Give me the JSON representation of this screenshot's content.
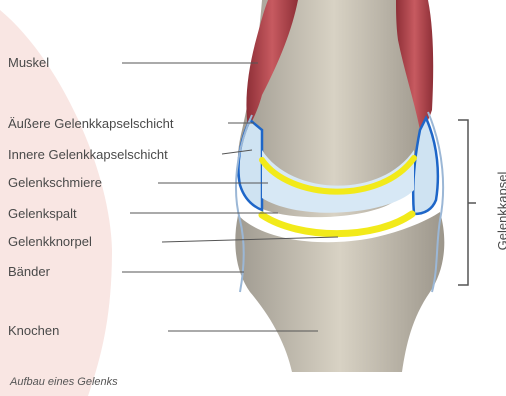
{
  "labels": {
    "muskel": "Muskel",
    "aeussere_kapsel": "Äußere Gelenkkapselschicht",
    "innere_kapsel": "Innere Gelenkkapselschicht",
    "gelenkschmiere": "Gelenkschmiere",
    "gelenkspalt": "Gelenkspalt",
    "gelenkknorpel": "Gelenkknorpel",
    "baender": "Bänder",
    "knochen": "Knochen"
  },
  "side_label": "Gelenkkapsel",
  "caption": "Aufbau eines Gelenks",
  "colors": {
    "background_arc": "#f9e6e3",
    "muscle": "#b8484f",
    "capsule_outer": "#1e66c8",
    "synovial_fluid": "#cfe3f2",
    "cartilage": "#f2ea1a",
    "bone": "#c9c2b3",
    "text": "#4a4a4a"
  }
}
